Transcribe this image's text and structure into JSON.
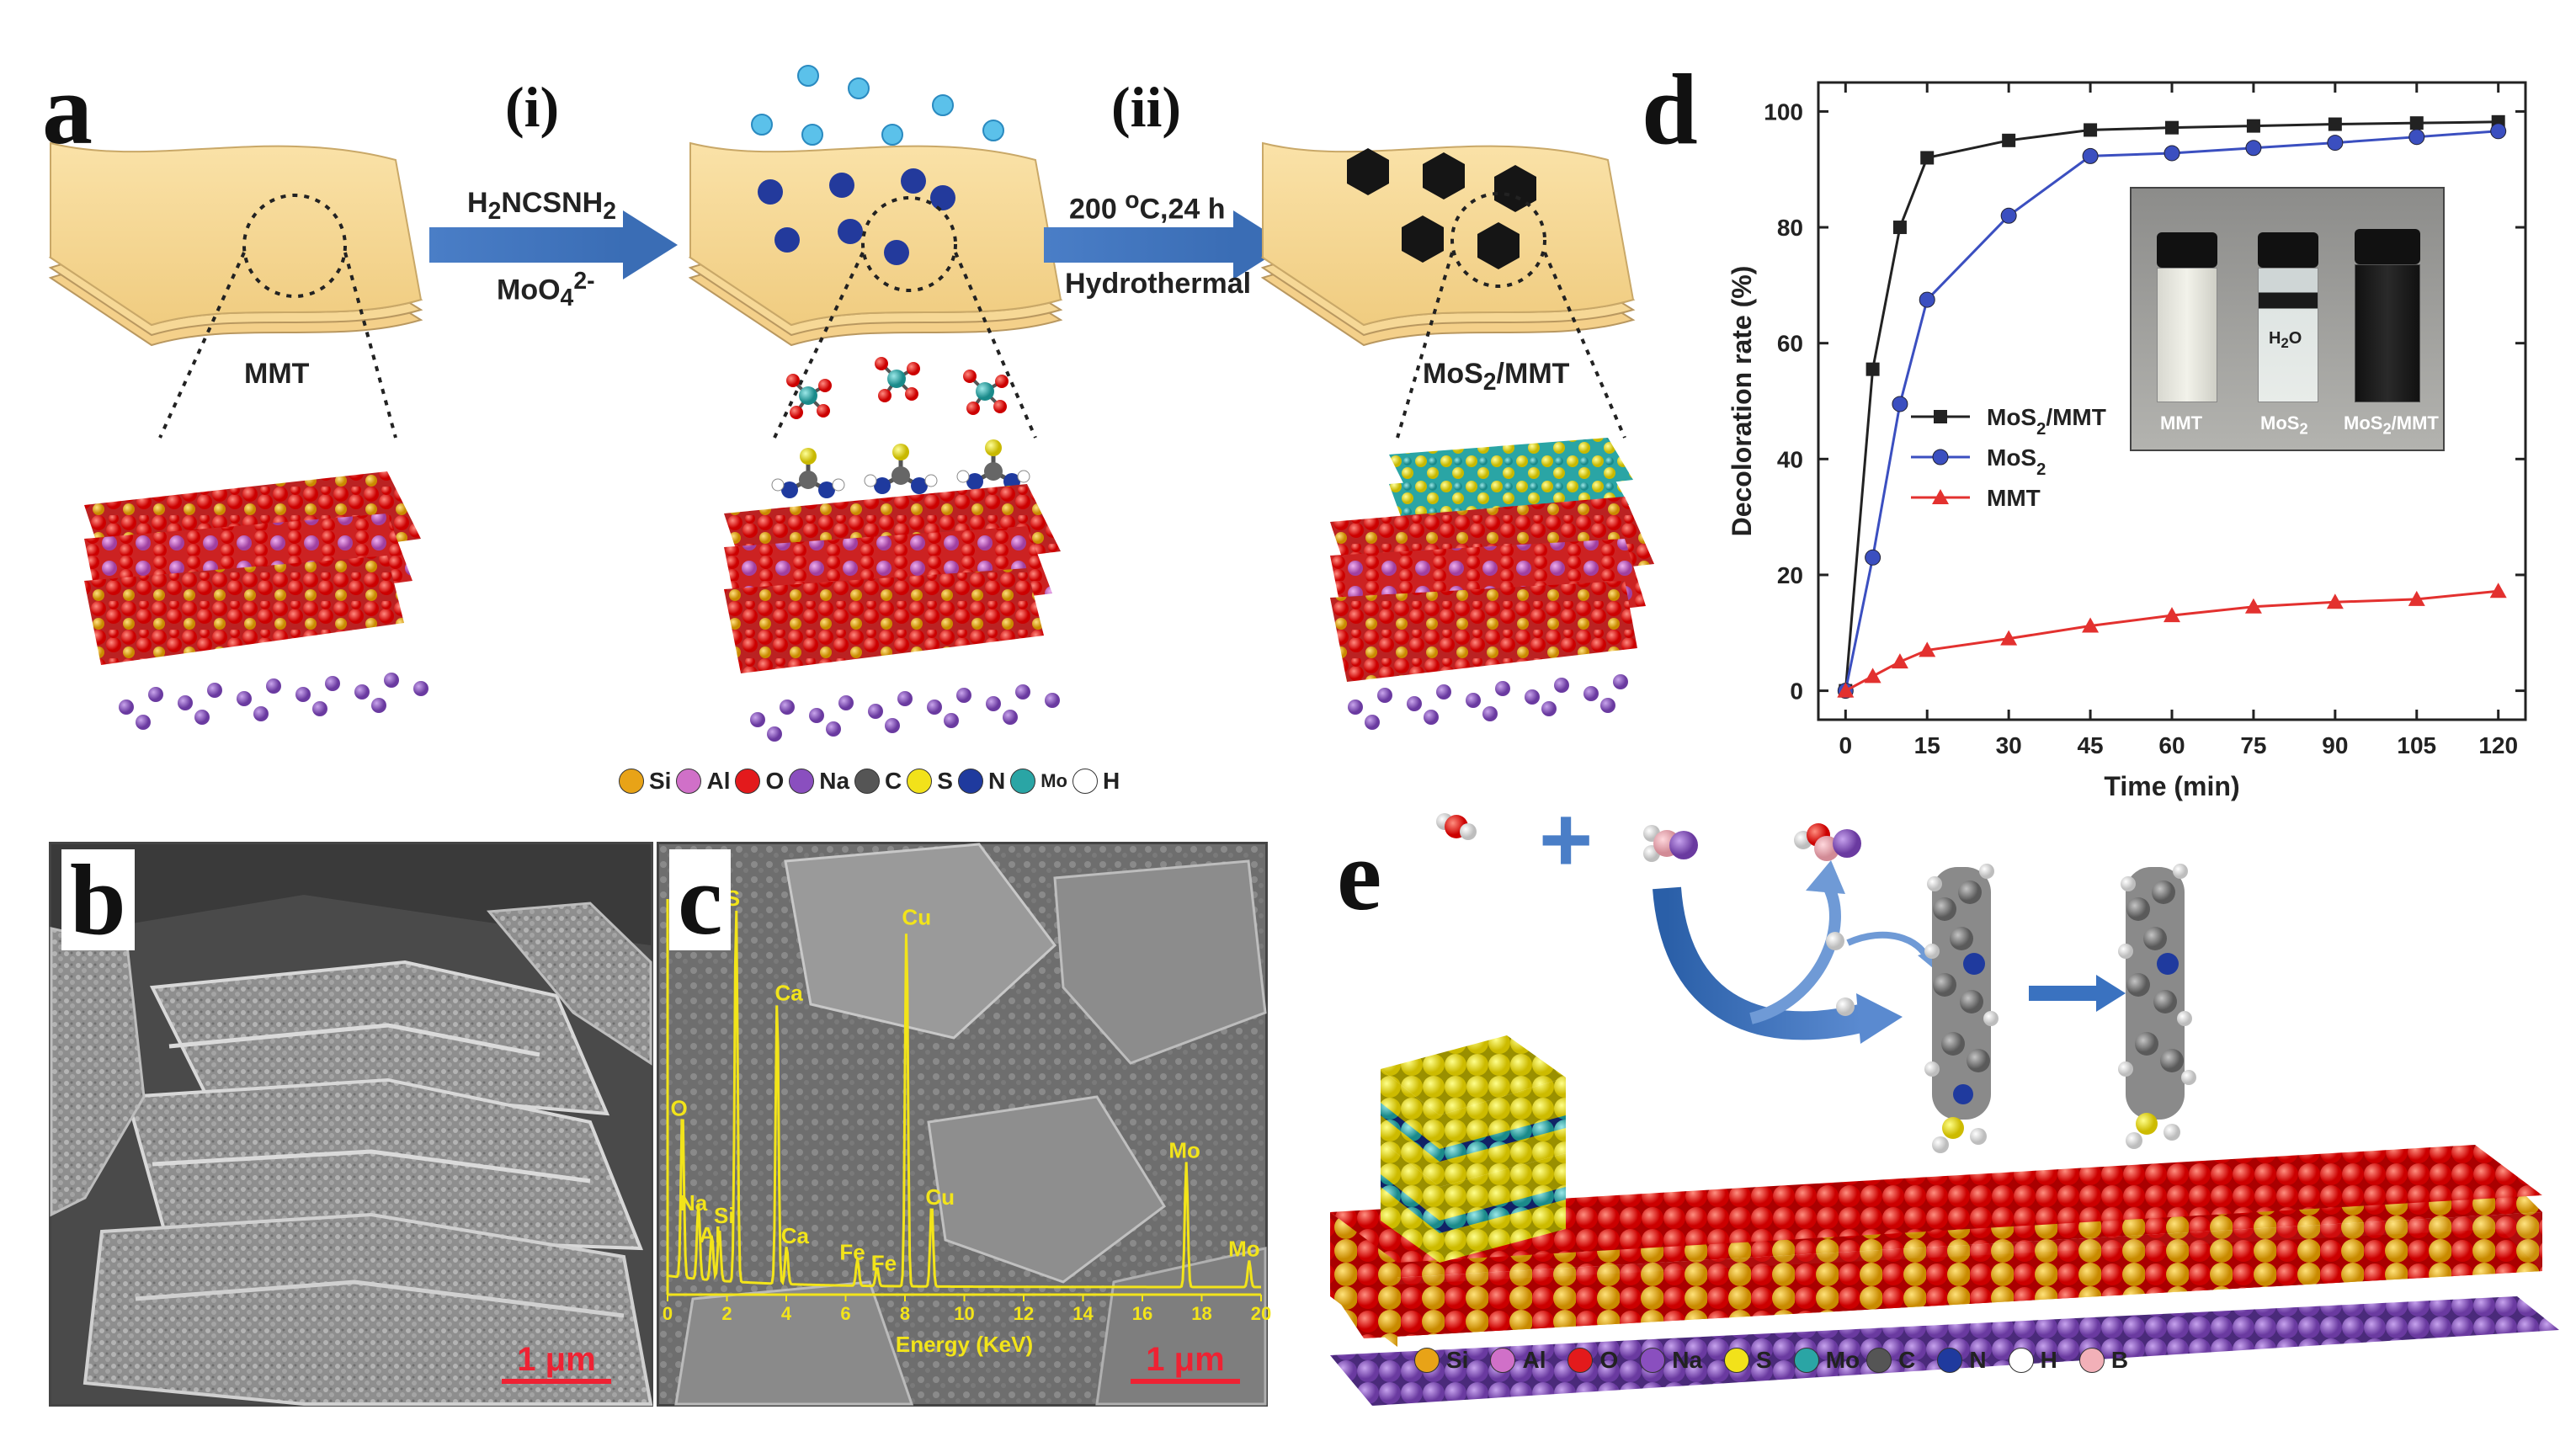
{
  "panel_a": {
    "label": "a",
    "step1_label": "(i)",
    "step1_reagents": [
      "H2NCSNH2",
      "MoO4 2-"
    ],
    "step2_label": "(ii)",
    "step2_conditions": [
      "200 oC,24 h",
      "Hydrothermal"
    ],
    "sheet_labels": [
      "MMT",
      "MoS2/MMT"
    ],
    "legend": [
      {
        "symbol": "Si",
        "color": "#e8a317"
      },
      {
        "symbol": "Al",
        "color": "#d070c8"
      },
      {
        "symbol": "O",
        "color": "#e31a1c"
      },
      {
        "symbol": "Na",
        "color": "#8a4fbf"
      },
      {
        "symbol": "C",
        "color": "#555555"
      },
      {
        "symbol": "S",
        "color": "#f2e21a"
      },
      {
        "symbol": "N",
        "color": "#1f3a9e"
      },
      {
        "symbol": "Mo",
        "color": "#2aa5a5"
      },
      {
        "symbol": "H",
        "color": "#ffffff"
      }
    ]
  },
  "panel_b": {
    "label": "b",
    "scale_bar": "1 μm"
  },
  "panel_c": {
    "label": "c",
    "scale_bar": "1 μm",
    "eds_xlabel": "Energy (KeV)",
    "eds_ticks": [
      "0",
      "2",
      "4",
      "6",
      "8",
      "10",
      "12",
      "14",
      "16",
      "18",
      "20"
    ],
    "eds_peaks": [
      {
        "label": "O",
        "energy": 0.5,
        "height": 0.45
      },
      {
        "label": "Na",
        "energy": 1.04,
        "height": 0.2
      },
      {
        "label": "Al",
        "energy": 1.49,
        "height": 0.12
      },
      {
        "label": "Si",
        "energy": 1.74,
        "height": 0.14
      },
      {
        "label": "S",
        "energy": 2.31,
        "height": 1.0
      },
      {
        "label": "Ca",
        "energy": 3.69,
        "height": 0.75
      },
      {
        "label": "Ca",
        "energy": 4.01,
        "height": 0.1
      },
      {
        "label": "Fe",
        "energy": 6.4,
        "height": 0.07
      },
      {
        "label": "Fe",
        "energy": 7.06,
        "height": 0.05
      },
      {
        "label": "Cu",
        "energy": 8.05,
        "height": 0.95
      },
      {
        "label": "Cu",
        "energy": 8.9,
        "height": 0.22
      },
      {
        "label": "Mo",
        "energy": 17.48,
        "height": 0.33
      },
      {
        "label": "Mo",
        "energy": 19.6,
        "height": 0.07
      }
    ]
  },
  "panel_d": {
    "label": "d"
  },
  "chart_data": {
    "type": "line",
    "title": "",
    "xlabel": "Time (min)",
    "ylabel": "Decoloration rate (%)",
    "x": [
      0,
      5,
      10,
      15,
      30,
      45,
      60,
      75,
      90,
      105,
      120
    ],
    "xticks": [
      0,
      15,
      30,
      45,
      60,
      75,
      90,
      105,
      120
    ],
    "yticks": [
      0,
      20,
      40,
      60,
      80,
      100
    ],
    "xlim": [
      -5,
      125
    ],
    "ylim": [
      -5,
      105
    ],
    "legend_position": "center-left",
    "series": [
      {
        "name": "MoS2/MMT",
        "marker": "square",
        "color": "#222222",
        "values": [
          0,
          55.5,
          80,
          92,
          95,
          96.8,
          97.2,
          97.5,
          97.8,
          98,
          98.2
        ]
      },
      {
        "name": "MoS2",
        "marker": "circle",
        "color": "#3b4fc0",
        "values": [
          0,
          23,
          49.5,
          67.5,
          82,
          92.3,
          92.8,
          93.7,
          94.6,
          95.6,
          96.6
        ]
      },
      {
        "name": "MMT",
        "marker": "triangle",
        "color": "#e3312f",
        "values": [
          0,
          2.5,
          5,
          7,
          9,
          11.2,
          13,
          14.5,
          15.3,
          15.8,
          17.2
        ]
      }
    ],
    "inset_labels": [
      "MMT",
      "MoS2",
      "MoS2/MMT"
    ],
    "inset_text": "H2O"
  },
  "panel_e": {
    "label": "e",
    "plus": "+",
    "legend": [
      {
        "symbol": "Si",
        "color": "#e8a317"
      },
      {
        "symbol": "Al",
        "color": "#d070c8"
      },
      {
        "symbol": "O",
        "color": "#e31a1c"
      },
      {
        "symbol": "Na",
        "color": "#8a4fbf"
      },
      {
        "symbol": "S",
        "color": "#f2e21a"
      },
      {
        "symbol": "Mo",
        "color": "#2aa5a5"
      },
      {
        "symbol": "C",
        "color": "#555555"
      },
      {
        "symbol": "N",
        "color": "#1f3a9e"
      },
      {
        "symbol": "H",
        "color": "#ffffff"
      },
      {
        "symbol": "B",
        "color": "#f2b0b8"
      }
    ]
  }
}
